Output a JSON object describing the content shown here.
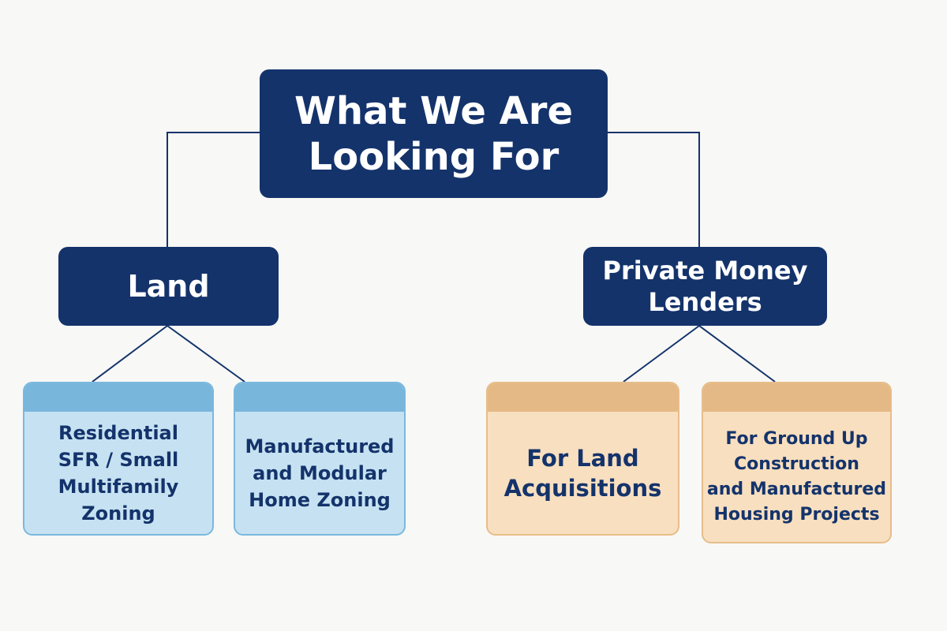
{
  "title": "What We Are\nLooking For",
  "branches": [
    {
      "label": "Land",
      "items": [
        "Residential\nSFR / Small\nMultifamily Zoning",
        "Manufactured\nand Modular\nHome Zoning"
      ]
    },
    {
      "label": "Private Money\nLenders",
      "items": [
        "For Land\nAcquisitions",
        "For Ground Up\nConstruction\nand Manufactured\nHousing Projects"
      ]
    }
  ],
  "colors": {
    "navy": "#14336b",
    "land_card": "#c6e2f2",
    "land_band": "#79b6dc",
    "lender_card": "#f8dfbf",
    "lender_band": "#e4b986"
  }
}
